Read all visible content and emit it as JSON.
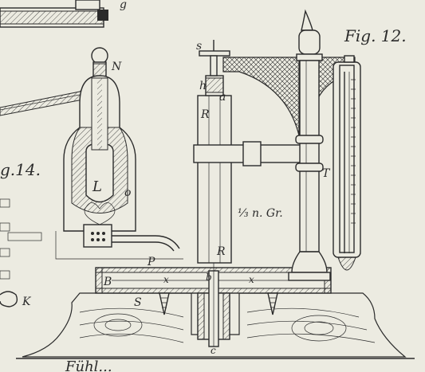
{
  "labels": {
    "fig12": "Fig. 12.",
    "fig14": "g.14.",
    "s_top": "s",
    "N": "N",
    "h": "h",
    "a": "a",
    "R_top": "R",
    "R_bottom": "R",
    "L": "L",
    "o": "o",
    "scale": "⅓ n. Gr.",
    "T": "T",
    "P": "P",
    "B": "B",
    "x_left": "x",
    "x_right": "x",
    "b": "b",
    "K": "K",
    "S": "S",
    "c": "c",
    "bottom_text": "Fühl...",
    "top_fragment": "g"
  }
}
